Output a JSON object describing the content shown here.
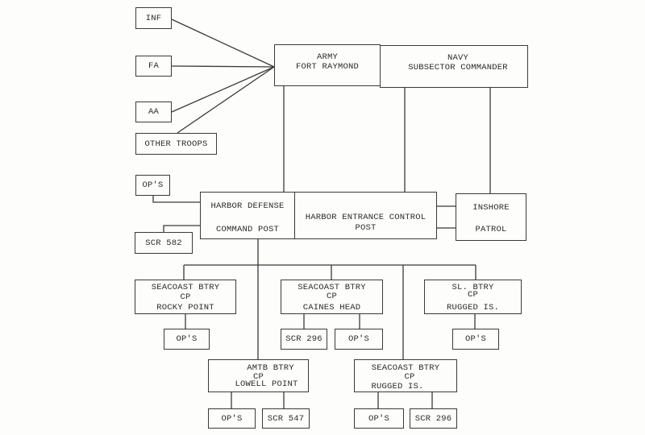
{
  "diagram": {
    "type": "organization-chart",
    "troops": {
      "inf": "INF",
      "fa": "FA",
      "aa": "AA",
      "other": "OTHER TROOPS"
    },
    "army": {
      "line1": "ARMY",
      "line2": "FORT RAYMOND"
    },
    "navy": {
      "line1": "NAVY",
      "line2": "SUBSECTOR COMMANDER"
    },
    "harbor_defense": {
      "line1": "HARBOR DEFENSE",
      "line2": "COMMAND POST"
    },
    "harbor_entrance": {
      "line1": "HARBOR ENTRANCE CONTROL",
      "line2": "POST"
    },
    "inshore": {
      "line1": "INSHORE",
      "line2": "PATROL"
    },
    "hd_ops": "OP'S",
    "hd_scr": "SCR 582",
    "rocky_point": {
      "line1": "SEACOAST BTRY",
      "line2": "CP",
      "line3": "ROCKY POINT",
      "ops": "OP'S"
    },
    "caines_head": {
      "line1": "SEACOAST BTRY",
      "line2": "CP",
      "line3": "CAINES HEAD",
      "scr": "SCR 296",
      "ops": "OP'S"
    },
    "sl_rugged": {
      "line1": "SL. BTRY",
      "line2": "CP",
      "line3": "RUGGED IS.",
      "ops": "OP'S"
    },
    "lowell_point": {
      "line1": "AMTB BTRY",
      "line2": "CP",
      "line3": "LOWELL POINT",
      "ops": "OP'S",
      "scr": "SCR 547"
    },
    "seacoast_rugged": {
      "line1": "SEACOAST BTRY",
      "line2": "CP",
      "line3": "RUGGED IS.",
      "ops": "OP'S",
      "scr": "SCR 296"
    }
  }
}
